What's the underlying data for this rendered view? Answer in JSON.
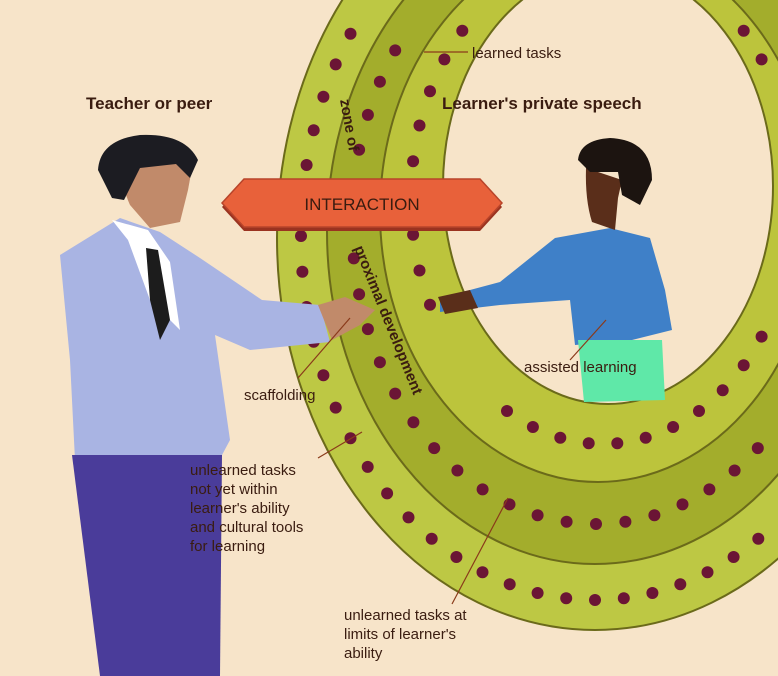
{
  "labels": {
    "teacher": "Teacher or peer",
    "learner": "Learner's private speech",
    "learned_tasks": "learned tasks",
    "zone_word1": "zone of",
    "zone_word2": "proximal development",
    "interaction": "INTERACTION",
    "scaffolding": "scaffolding",
    "assisted_learning": "assisted learning",
    "unlearned_not_within": [
      "unlearned tasks",
      "not yet within",
      "learner's ability",
      "and cultural tools",
      "for learning"
    ],
    "unlearned_at_limits": [
      "unlearned tasks at",
      "limits of learner's",
      "ability"
    ]
  },
  "colors": {
    "background": "#f7e4c9",
    "ring_outer": "#bdc844",
    "ring_middle": "#a3ad2c",
    "ring_inner": "#bcc43c",
    "dots": "#6b1535",
    "banner": "#e8613a",
    "text": "#3a1c10"
  }
}
